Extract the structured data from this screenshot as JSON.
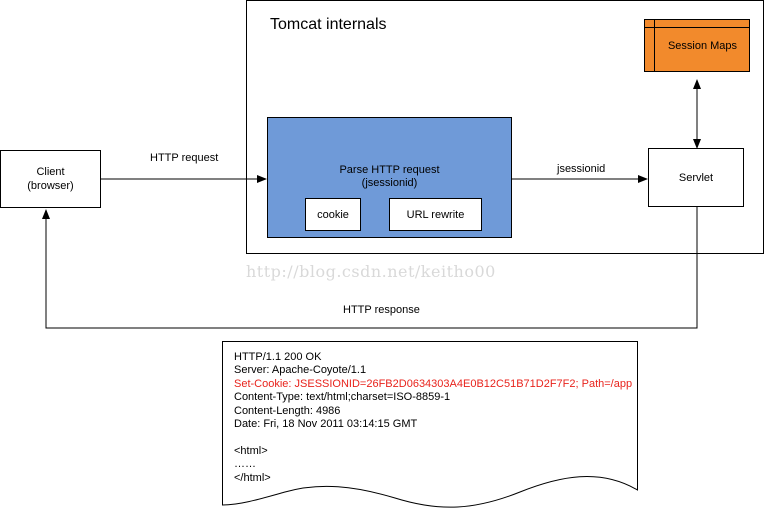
{
  "container": {
    "title": "Tomcat internals"
  },
  "nodes": {
    "client": {
      "line1": "Client",
      "line2": "(browser)"
    },
    "parser": {
      "line1": "Parse HTTP request",
      "line2": "(jsessionid)"
    },
    "cookie": {
      "label": "cookie"
    },
    "url_rewrite": {
      "label": "URL rewrite"
    },
    "servlet": {
      "label": "Servlet"
    },
    "session_maps": {
      "label": "Session Maps"
    }
  },
  "edges": {
    "http_request": "HTTP request",
    "jsessionid": "jsessionid",
    "http_response": "HTTP response"
  },
  "watermark": "http://blog.csdn.net/keitho00",
  "response_doc": {
    "lines": [
      "HTTP/1.1 200 OK",
      "Server: Apache-Coyote/1.1",
      "Set-Cookie: JSESSIONID=26FB2D0634303A4E0B12C51B71D2F7F2; Path=/app",
      "Content-Type: text/html;charset=ISO-8859-1",
      "Content-Length: 4986",
      "Date: Fri, 18 Nov 2011 03:14:15 GMT",
      "",
      "<html>",
      "……",
      "</html>"
    ],
    "highlight_line_index": 2
  },
  "colors": {
    "parser_fill": "#6f9ad8",
    "session_fill": "#f28a2c",
    "highlight_text": "#e8231c"
  }
}
